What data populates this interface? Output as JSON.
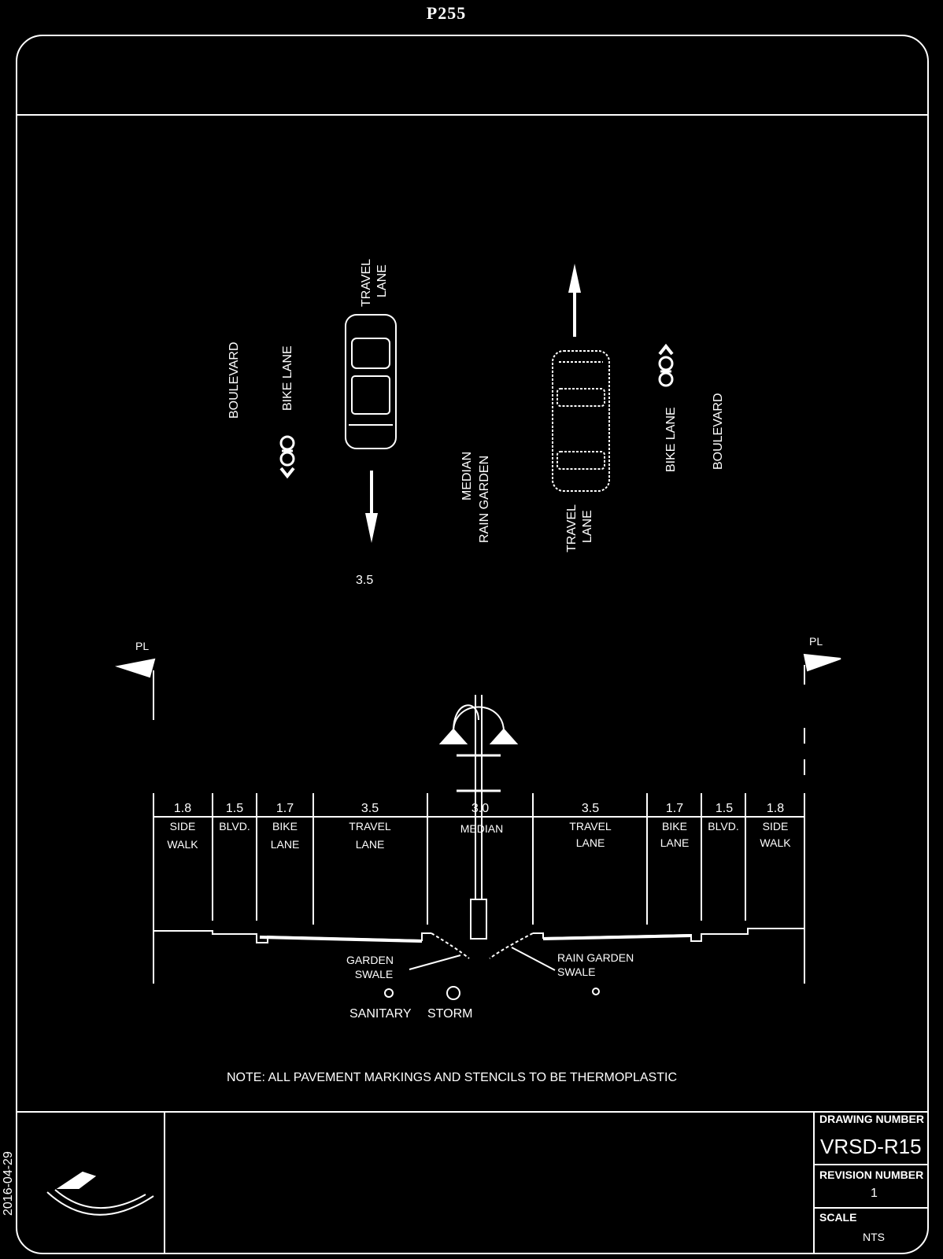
{
  "header": {
    "page_code": "P255"
  },
  "plan_view": {
    "left_boulevard": "BOULEVARD",
    "left_bike_lane": "BIKE LANE",
    "left_travel_lane": [
      "TRAVEL",
      "LANE"
    ],
    "median": [
      "MEDIAN",
      "RAIN GARDEN"
    ],
    "right_travel_lane": [
      "TRAVEL",
      "LANE"
    ],
    "right_bike_lane": "BIKE LANE",
    "right_boulevard": "BOULEVARD",
    "lane_width": "3.5"
  },
  "section": {
    "property_line_symbol": "PL",
    "segments": [
      {
        "width": "1.8",
        "label": [
          "SIDE",
          "WALK"
        ]
      },
      {
        "width": "1.5",
        "label": [
          "BLVD."
        ]
      },
      {
        "width": "1.7",
        "label": [
          "BIKE",
          "LANE"
        ]
      },
      {
        "width": "3.5",
        "label": [
          "TRAVEL",
          "LANE"
        ]
      },
      {
        "width": "3.0",
        "label": [
          "MEDIAN"
        ]
      },
      {
        "width": "3.5",
        "label": [
          "TRAVEL",
          "LANE"
        ]
      },
      {
        "width": "1.7",
        "label": [
          "BIKE",
          "LANE"
        ]
      },
      {
        "width": "1.5",
        "label": [
          "BLVD."
        ]
      },
      {
        "width": "1.8",
        "label": [
          "SIDE",
          "WALK"
        ]
      }
    ],
    "left_swale": [
      "GARDEN",
      "SWALE"
    ],
    "right_swale": [
      "RAIN GARDEN",
      "SWALE"
    ],
    "sanitary": "SANITARY",
    "storm": "STORM"
  },
  "note": "NOTE: ALL PAVEMENT MARKINGS AND STENCILS TO BE THERMOPLASTIC",
  "title_block": {
    "drawing_number_label": "DRAWING NUMBER",
    "drawing_number": "VRSD-R15",
    "revision_number_label": "REVISION NUMBER",
    "revision_number": "1",
    "scale_label": "SCALE",
    "scale": "NTS"
  },
  "date_stamp": "2016-04-29"
}
